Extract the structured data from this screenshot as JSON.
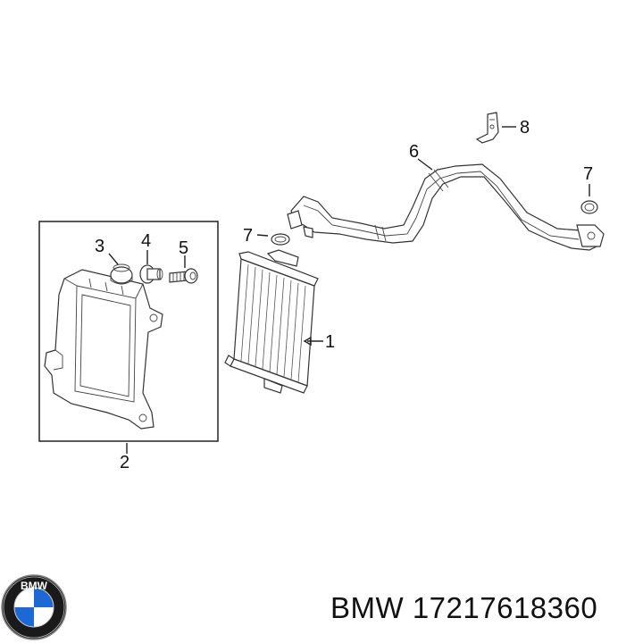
{
  "callouts": {
    "c1": "1",
    "c2": "2",
    "c3": "3",
    "c4": "4",
    "c5": "5",
    "c6": "6",
    "c7a": "7",
    "c7b": "7",
    "c8": "8"
  },
  "logo": {
    "brand_text": "BMW",
    "colors": {
      "ring": "#1a1a1a",
      "blue": "#1c69d4",
      "white": "#ffffff"
    }
  },
  "caption": {
    "brand": "BMW",
    "part_number": "17217618360"
  }
}
